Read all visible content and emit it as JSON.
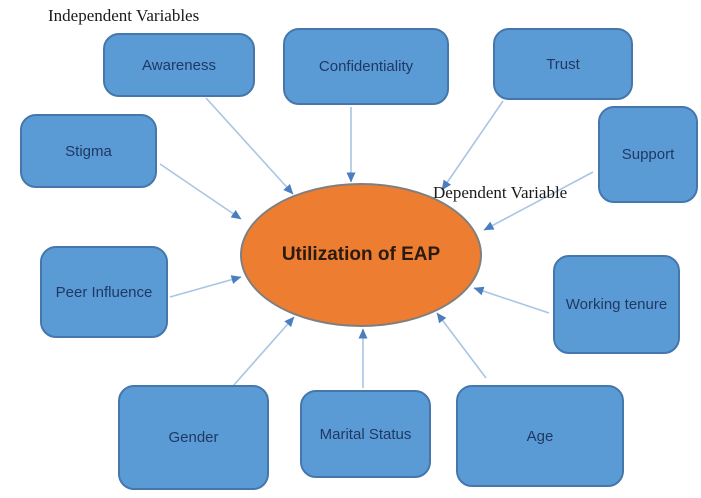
{
  "diagram": {
    "title_labels": {
      "independent": "Independent Variables",
      "dependent": "Dependent Variable"
    },
    "center_node": {
      "label": "Utilization of EAP"
    },
    "nodes": [
      {
        "id": "awareness",
        "label": "Awareness"
      },
      {
        "id": "confidentiality",
        "label": "Confidentiality"
      },
      {
        "id": "trust",
        "label": "Trust"
      },
      {
        "id": "support",
        "label": "Support"
      },
      {
        "id": "stigma",
        "label": "Stigma"
      },
      {
        "id": "peer-influence",
        "label": "Peer Influence"
      },
      {
        "id": "working-tenure",
        "label": "Working tenure"
      },
      {
        "id": "gender",
        "label": "Gender"
      },
      {
        "id": "marital-status",
        "label": "Marital Status"
      },
      {
        "id": "age",
        "label": "Age"
      }
    ],
    "colors": {
      "node_fill": "#5b9bd5",
      "node_border": "#4577ac",
      "node_text": "#1f3864",
      "center_fill": "#ed7d31",
      "center_border": "#7f7f7f",
      "center_text": "#2b1b0e",
      "arrow_line": "#a9c5e4",
      "arrow_head": "#4a7ebf",
      "heading_text": "#1a1a1a",
      "background": "#ffffff"
    }
  }
}
